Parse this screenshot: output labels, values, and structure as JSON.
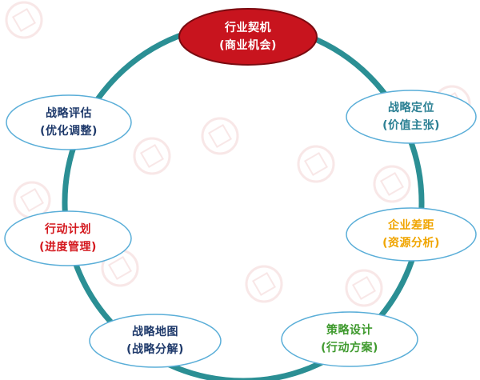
{
  "nodes": [
    {
      "id": "industry-opportunity",
      "title": "行业契机",
      "subtitle": "(商业机会)",
      "text_color": "#ffffff",
      "fill": "#c8141e",
      "stroke": "#7a0a10",
      "highlighted": true
    },
    {
      "id": "strategic-positioning",
      "title": "战略定位",
      "subtitle": "(价值主张)",
      "text_color": "#2a7f93",
      "fill": "#ffffff",
      "stroke": "#5aaed8",
      "highlighted": false
    },
    {
      "id": "enterprise-gap",
      "title": "企业差距",
      "subtitle": "(资源分析)",
      "text_color": "#f0a500",
      "fill": "#ffffff",
      "stroke": "#5aaed8",
      "highlighted": false
    },
    {
      "id": "strategy-design",
      "title": "策略设计",
      "subtitle": "(行动方案)",
      "text_color": "#3f9a2e",
      "fill": "#ffffff",
      "stroke": "#5aaed8",
      "highlighted": false
    },
    {
      "id": "strategy-map",
      "title": "战略地图",
      "subtitle": "(战略分解)",
      "text_color": "#1f3a6b",
      "fill": "#ffffff",
      "stroke": "#5aaed8",
      "highlighted": false
    },
    {
      "id": "action-plan",
      "title": "行动计划",
      "subtitle": "(进度管理)",
      "text_color": "#d4191f",
      "fill": "#ffffff",
      "stroke": "#5aaed8",
      "highlighted": false
    },
    {
      "id": "strategy-evaluation",
      "title": "战略评估",
      "subtitle": "(优化调整)",
      "text_color": "#1f3a6b",
      "fill": "#ffffff",
      "stroke": "#5aaed8",
      "highlighted": false
    }
  ],
  "ring_color": "#2b8f94",
  "watermark_color": "#f2d3d3"
}
